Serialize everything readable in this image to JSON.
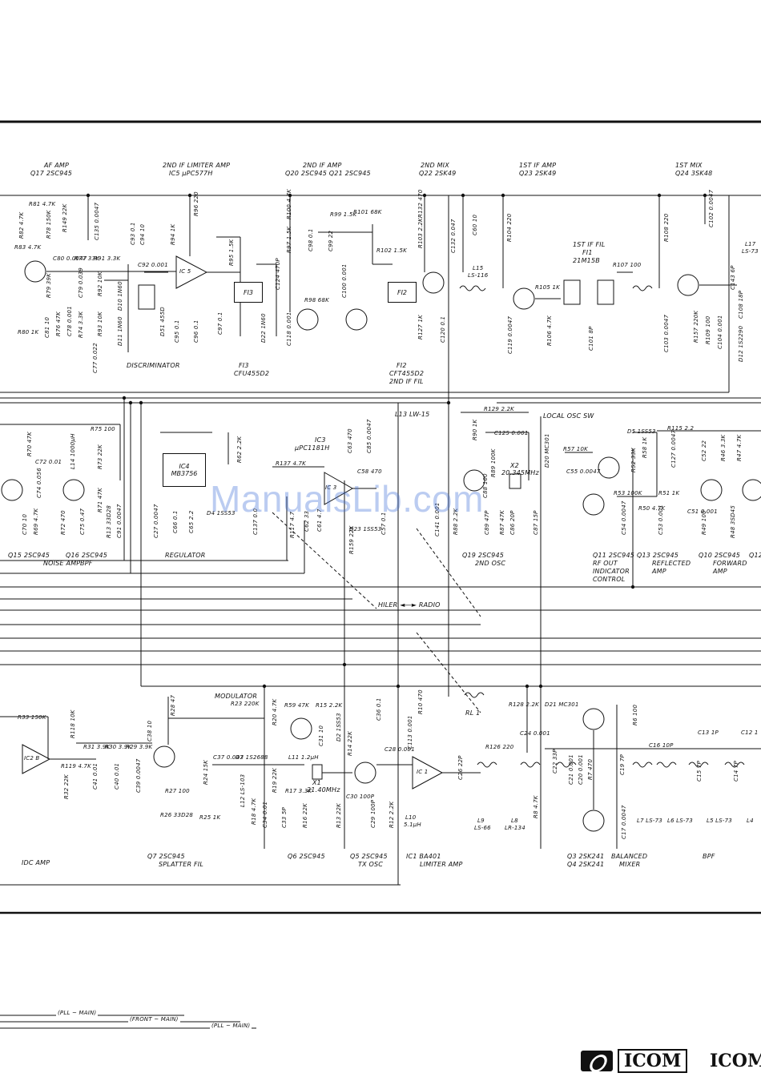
{
  "sections": {
    "af_amp": "AF AMP",
    "q17": "Q17 2SC945",
    "limiter_amp": "2ND IF LIMITER AMP",
    "ic5_name": "IC5 μPC577H",
    "second_if_amp": "2ND IF AMP",
    "q20q21": "Q20 2SC945   Q21 2SC945",
    "second_mix": "2ND MIX",
    "q22": "Q22 2SK49",
    "first_if_amp": "1ST IF AMP",
    "q23": "Q23 2SK49",
    "first_mix": "1ST MIX",
    "q24": "Q24 3SK48",
    "first_if_fil": "1ST IF FIL",
    "fi1": "FI1",
    "fi1_part": "21M15B",
    "discriminator": "DISCRIMINATOR",
    "fi3": "FI3",
    "fi3_part": "CFU455D2",
    "fi2": "FI2",
    "fi2_part": "CFT455D2",
    "fi2_desc": "2ND IF FIL",
    "l13": "L13 LW-15",
    "local_osc_sw": "LOCAL OSC SW",
    "ic3": "IC3",
    "ic3_part": "μPC1181H",
    "ic4": "IC4",
    "ic4_part": "MB3756",
    "regulator": "REGULATOR",
    "q15": "Q15 2SC945",
    "noise_amp": "NOISE AMP",
    "q16": "Q16 2SC945",
    "bpf": "BPF",
    "q19": "Q19 2SC945",
    "second_osc": "2ND OSC",
    "x2": "X2",
    "x2_freq": "20.345MHz",
    "q11": "Q11 2SC945",
    "rf_out": "RF OUT",
    "indicator": "INDICATOR",
    "control": "CONTROL",
    "q13": "Q13 2SC945",
    "reflected": "REFLECTED",
    "reflected_amp": "AMP",
    "q10": "Q10 2SC945",
    "forward": "FORWARD",
    "forward_amp": "AMP",
    "q12": "Q12",
    "hiler_radio": "HILER ◄—► RADIO",
    "modulator": "MODULATOR",
    "idc_amp": "IDC AMP",
    "q7": "Q7 2SC945",
    "splatter": "SPLATTER FIL",
    "q6": "Q6 2SC945",
    "q5": "Q5 2SC945",
    "tx_osc": "TX OSC",
    "ic1": "IC1 BA401",
    "limiter_amp2": "LIMITER AMP",
    "q3": "Q3 2SK241",
    "q4": "Q4 2SK241",
    "balanced_mixer": "BALANCED",
    "mixer": "MIXER",
    "bpf2": "BPF",
    "x1": "X1",
    "x1_freq": "21.40MHz",
    "rl1": "RL 1",
    "ic2b": "IC2 B",
    "ic1_body": "IC 1",
    "l9": "L9",
    "l9_part": "LS-66",
    "l8": "L8",
    "l8_part": "LR-134",
    "l7": "L7 LS-73",
    "l6": "L6 LS-73",
    "l5": "L5 LS-73",
    "l4": "L4",
    "l10": "L10",
    "l10_val": "5.1μH",
    "l15": "L15",
    "l15_part": "LS-116",
    "l17": "L17",
    "l17_part": "LS-73",
    "ic5_body": "IC 5",
    "ic3_body": "IC 3",
    "d51": "D51 455D",
    "bus_pll_main_1": "(PLL ~ MAIN)",
    "bus_front_main": "(FRONT ~ MAIN)",
    "bus_pll_main_2": "(PLL ~ MAIN)",
    "brand_logo": "ICOM",
    "brand_text": "ICOM",
    "watermark": "ManualsLib.com"
  },
  "components": {
    "r81": "R81 4.7K",
    "r82": "R82 4.7K",
    "r83": "R83 4.7K",
    "r78": "R78 150K",
    "r149": "R149 22K",
    "c135": "C135 0.0047",
    "r79": "R79 39K",
    "r80": "R80 1K",
    "c81": "C81 10",
    "c80": "C80 0.0047",
    "r77": "R77 33K",
    "r91": "R91 3.3K",
    "r76": "R76 47K",
    "c78": "C78 0.001",
    "r74": "R74 3.3K",
    "c79": "C79 0.039",
    "r92": "R92 10K",
    "r93": "R93 10K",
    "d10": "D10 1N60",
    "d11": "D11 1N60",
    "c92": "C92 0.001",
    "c93": "C93 0.1",
    "c94": "C94 10",
    "r94": "R94 1K",
    "r96": "R96 220",
    "c95": "C95 0.1",
    "c96": "C96 0.1",
    "r95": "R95 1.5K",
    "c97": "C97 0.1",
    "c77": "C77 0.022",
    "r100": "R100 4.7K",
    "r97": "R97 1.5K",
    "c98": "C98 0.1",
    "r99": "R99 1.5K",
    "c99": "C99 22",
    "r101": "R101 68K",
    "r98": "R98 68K",
    "c124": "C124 470P",
    "d22": "D22 1N60",
    "c118": "C118 0.001",
    "c100": "C100 0.001",
    "r102": "R102 1.5K",
    "r132": "R132 470",
    "r103": "R103 2.2K",
    "c132": "C132 0.047",
    "c60": "C60 10",
    "r127": "R127 1K",
    "c120": "C120 0.1",
    "r104": "R104 220",
    "c119": "C119 0.0047",
    "r105": "R105 1K",
    "r106": "R106 4.7K",
    "c101": "C101 8P",
    "r107": "R107 100",
    "c103": "C103 0.0047",
    "r108": "R108 220",
    "c102": "C102 0.0047",
    "r157": "R157 220K",
    "r109": "R109 100",
    "c104": "C104 0.001",
    "c143": "C143 6P",
    "c108": "C108 18P",
    "d12": "D12 1S2290",
    "r75": "R75 100",
    "l14": "L14 1000μH",
    "r73": "R73 22K",
    "c72": "C72 0.01",
    "c74": "C74 0.056",
    "r70": "R70 47K",
    "c75": "C75 0.47",
    "r69": "R69 4.7K",
    "c70": "C70 10",
    "r72": "R72 470",
    "r71": "R71 47K",
    "r13": "R13 33D28",
    "c91": "C91 0.0047",
    "r62": "R62 2.2K",
    "c27": "C27 0.0047",
    "c66": "C66 0.1",
    "c65": "C65 2.2",
    "d4": "D4 1SS53",
    "r137": "R137 4.7K",
    "c63": "C63 470",
    "c85": "C85 0.0047",
    "c58": "C58 470",
    "d23": "D23 1SS53",
    "r159": "R159 22K",
    "c137": "C137 0.0",
    "c62": "C62 33",
    "r117": "R117 4.7",
    "c61": "C61 4.7",
    "c57": "C57 0.1",
    "c141": "C141 0.001",
    "r90": "R90 1K",
    "c125": "C125 0.001",
    "r89": "R89 100K",
    "c88": "C88 100",
    "r88": "R88 2.2K",
    "c89": "C89 47P",
    "r87": "R87 47K",
    "c86": "C86 20P",
    "c87": "C87 15P",
    "r129": "R129 2.2K",
    "d20": "D20 MC301",
    "r57": "R57 10K",
    "c55": "C55 0.0047",
    "d5": "D5 1SS53",
    "r58": "R58 1K",
    "r52": "R52 33K",
    "r53": "R53 100K",
    "r50": "R50 4.7K",
    "c54": "C54 0.0047",
    "c53": "C53 0.001",
    "r51": "R51 1K",
    "r115": "R115 2.2",
    "c127": "C127 0.0047",
    "c52": "C52 22",
    "r46": "R46 3.3K",
    "r47": "R47 4.7K",
    "c51": "C51 0.001",
    "r49": "R49 100",
    "r48": "R48 3SD45",
    "r33": "R33 150K",
    "r118": "R118 10K",
    "r119": "R119 4.7K",
    "r32": "R32 22K",
    "r31": "R31 3.9K",
    "r30": "R30 3.9K",
    "r29": "R29 3.9K",
    "c41": "C41 0.01",
    "c40": "C40 0.01",
    "c39": "C39 0.0047",
    "c38": "C38 10",
    "r28": "R28 47",
    "r27": "R27 100",
    "r26": "R26 33D28",
    "r24": "R24 15K",
    "r25": "R25 1K",
    "c37": "C37 0.047",
    "d3": "D3 1S2688",
    "r23": "R23 220K",
    "l12": "L12 LS-103",
    "r18": "R18 4.7K",
    "c34": "C34 0.01",
    "r20": "R20 4.7K",
    "r59": "R59 47K",
    "r15": "R15 2.2K",
    "c31": "C31 10",
    "d2": "D2 1SS53",
    "c36": "C36 0.1",
    "r14": "R14 22K",
    "r19": "R19 22K",
    "l11": "L11 1.2μH",
    "r17": "R17 3.3K",
    "c33": "C33 5P",
    "r16": "R16 22K",
    "r13b": "R13 22K",
    "c30": "C30 100P",
    "c29": "C29 100P",
    "c28": "C28 0.001",
    "r12": "R12 2.2K",
    "r10": "R10 470",
    "c113": "C113 0.001",
    "c26": "C26 22P",
    "r126": "R126 220",
    "r128": "R128 2.2K",
    "d21": "D21 MC301",
    "c24": "C24 0.001",
    "c22": "C22 33P",
    "c21": "C21 0.001",
    "c20": "C20 0.001",
    "r7": "R7 470",
    "c19": "C19 7P",
    "r8": "R8 4.7K",
    "c17": "C17 0.0047",
    "r6": "R6 100",
    "c16": "C16 10P",
    "c13": "C13 1P",
    "c15": "C15 7P",
    "c14": "C14 7P",
    "c12": "C12 1"
  },
  "colors": {
    "ink": "#111111",
    "paper": "#ffffff",
    "watermark": "#3f6fd8"
  }
}
